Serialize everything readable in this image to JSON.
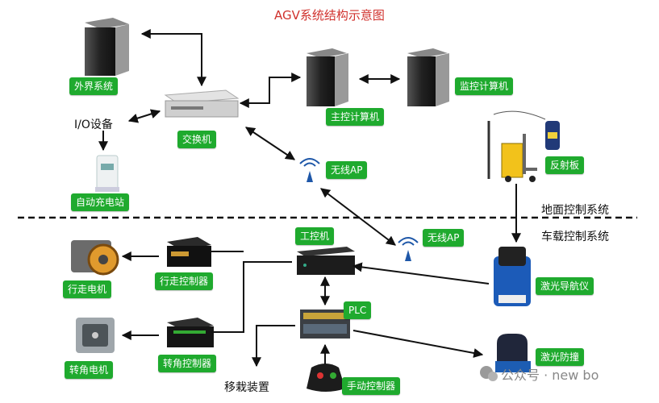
{
  "title": "AGV系统结构示意图",
  "labels": {
    "external_system": "外界系统",
    "io_device": "I/O设备",
    "switch": "交换机",
    "charging_station": "自动充电站",
    "main_computer": "主控计算机",
    "monitor_computer": "监控计算机",
    "wireless_ap_ground": "无线AP",
    "reflector": "反射板",
    "ground_control": "地面控制系统",
    "vehicle_control": "车载控制系统",
    "ipc": "工控机",
    "wireless_ap_vehicle": "无线AP",
    "walk_motor": "行走电机",
    "walk_controller": "行走控制器",
    "steer_motor": "转角电机",
    "steer_controller": "转角控制器",
    "plc": "PLC",
    "laser_nav": "激光导航仪",
    "laser_anticollision": "激光防撞",
    "transfer_device": "移栽装置",
    "manual_controller": "手动控制器"
  },
  "watermark": "公众号 · new bo",
  "colors": {
    "label_bg": "#1faa2e",
    "title": "#d0312d",
    "arrow": "#111111"
  }
}
